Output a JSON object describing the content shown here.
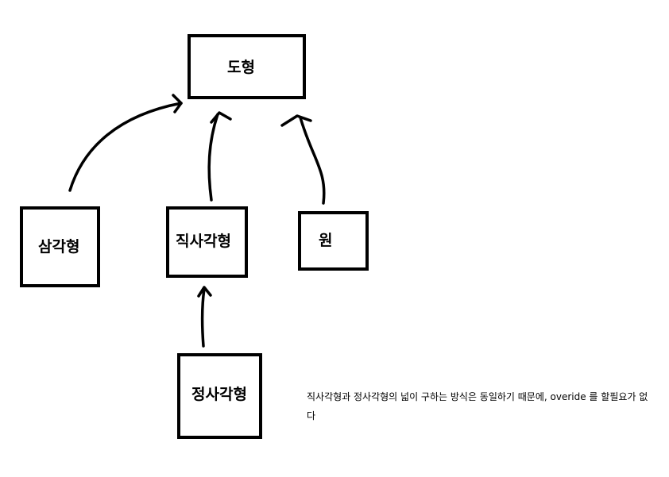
{
  "diagram": {
    "nodes": {
      "shape": "도형",
      "triangle": "삼각형",
      "rectangle": "직사각형",
      "circle": "원",
      "square": "정사각형"
    },
    "note": "직사각형과 정사각형의 넓이 구하는 방식은 동일하기 때문에, overide 를 할필요가 없다",
    "stroke_color": "#000000",
    "background_color": "#ffffff"
  }
}
